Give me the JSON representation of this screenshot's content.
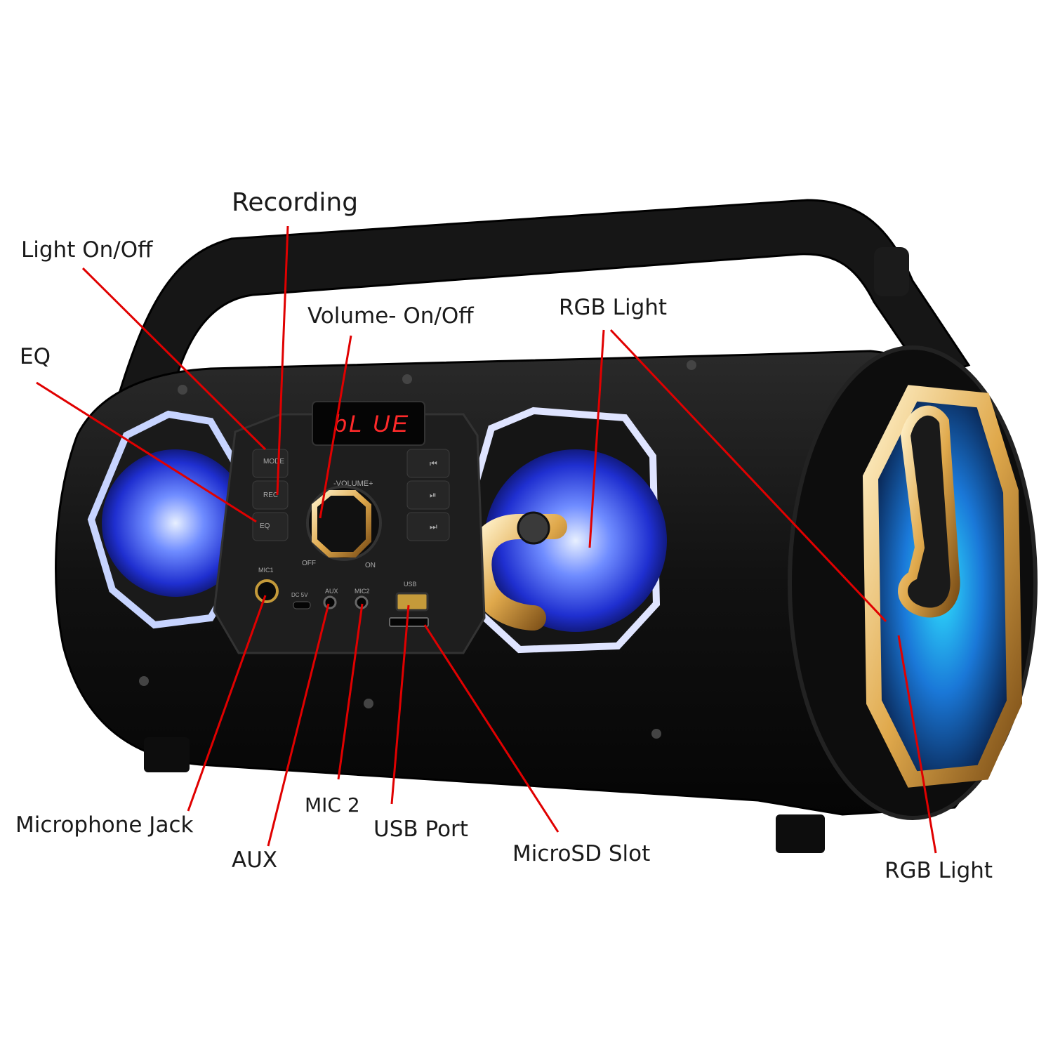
{
  "callouts": {
    "recording": "Recording",
    "light_on_off": "Light On/Off",
    "volume_on_off": "Volume- On/Off",
    "rgb_light_top": "RGB Light",
    "eq": "EQ",
    "microphone_jack": "Microphone Jack",
    "aux": "AUX",
    "mic2": "MIC 2",
    "usb_port": "USB Port",
    "microsd_slot": "MicroSD Slot",
    "rgb_light_bottom": "RGB Light"
  },
  "panel": {
    "display": "bL UE",
    "mode": "MODE",
    "rec": "REC",
    "eq": "EQ",
    "volume": "-VOLUME+",
    "off": "OFF",
    "on": "ON",
    "mic1": "MIC1",
    "dc5v": "DC 5V",
    "aux": "AUX",
    "mic2": "MIC2",
    "usb": "USB",
    "prev": "⏮",
    "play": "⏯",
    "next": "⏭"
  },
  "colors": {
    "leader_line": "#e00000",
    "body": "#141414",
    "gold_trim": "#d9a24a",
    "led_blue": "#2a4dff",
    "display_red": "#ff2a2a"
  }
}
